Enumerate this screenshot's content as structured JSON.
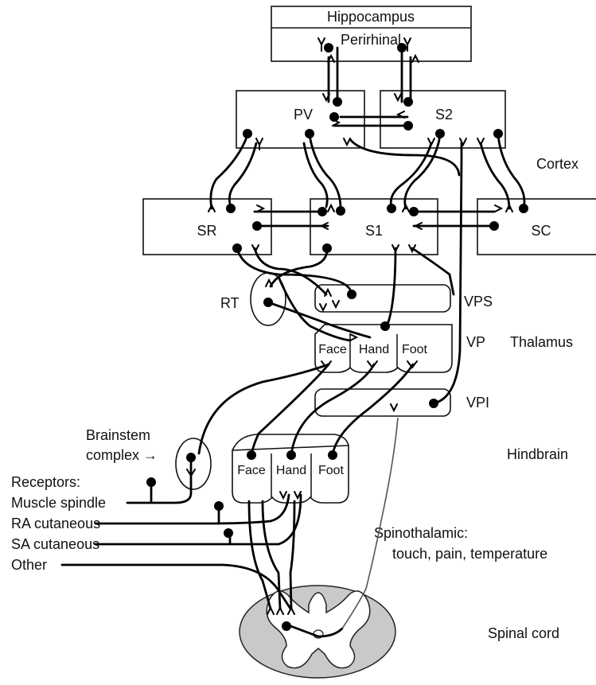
{
  "cortex": {
    "hippocampus": "Hippocampus",
    "perirhinal": "Perirhinal",
    "pv": "PV",
    "s2": "S2",
    "sr": "SR",
    "s1": "S1",
    "sc": "SC",
    "region": "Cortex"
  },
  "thalamus": {
    "rt": "RT",
    "vps": "VPS",
    "vp": "VP",
    "vpi": "VPI",
    "region": "Thalamus",
    "vp_parts": [
      "Face",
      "Hand",
      "Foot"
    ]
  },
  "hindbrain": {
    "brainstem": "Brainstem",
    "complex": "complex →",
    "region": "Hindbrain",
    "parts": [
      "Face",
      "Hand",
      "Foot"
    ]
  },
  "receptors": {
    "heading": "Receptors:",
    "muscle_spindle": "Muscle spindle",
    "ra": "RA cutaneous",
    "sa": "SA cutaneous",
    "other": "Other"
  },
  "spinothalamic": {
    "title": "Spinothalamic:",
    "desc": "touch, pain, temperature"
  },
  "spinal_cord": "Spinal cord"
}
